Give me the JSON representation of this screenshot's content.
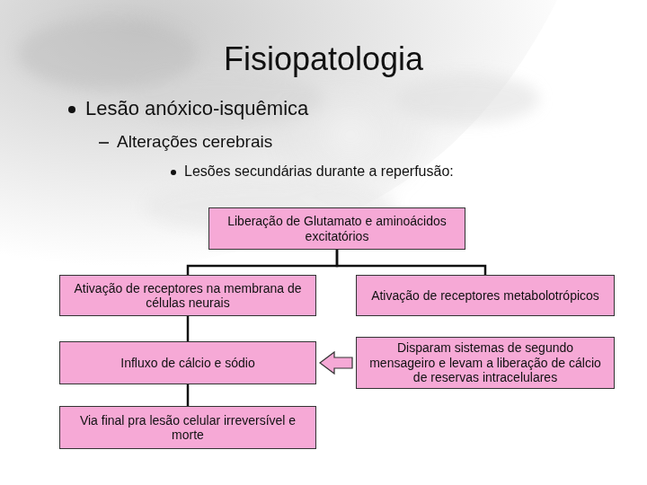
{
  "diagram": {
    "title": "Fisiopatologia",
    "nodes": [
      {
        "text": [
          "Liberação de Glutamato e aminoácidos excitatórios"
        ]
      },
      {
        "text": [
          "Ativação de receptores na membrana de células neurais"
        ]
      },
      {
        "text": [
          "Ativação de receptores metabolotrópicos"
        ]
      },
      {
        "text": [
          "Influxo de cálcio e sódio"
        ]
      },
      {
        "text": [
          "Disparam sistemas de segundo mensageiro e levam a liberação de cálcio de reservas intracelulares"
        ]
      },
      {
        "text": [
          "Via final pra lesão celular irreversível e morte"
        ]
      }
    ],
    "edges": [
      {
        "from": 0,
        "to": 1,
        "arrow": "none"
      },
      {
        "from": 0,
        "to": 2,
        "arrow": "none"
      },
      {
        "from": 1,
        "to": 3,
        "arrow": "none"
      },
      {
        "from": 3,
        "to": 5,
        "arrow": "none"
      },
      {
        "from": 4,
        "to": 3,
        "arrow": "to"
      }
    ],
    "labels": [
      "Lesão anóxico-isquêmica",
      "Alterações cerebrais",
      "Lesões secundárias durante a reperfusão:"
    ]
  }
}
